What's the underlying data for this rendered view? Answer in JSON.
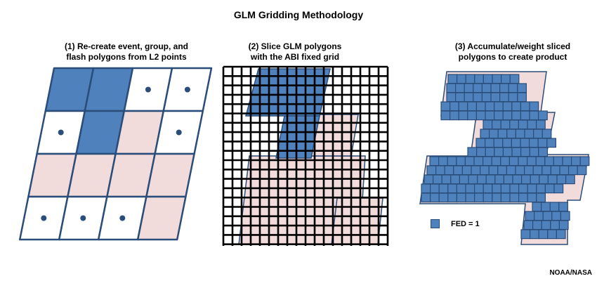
{
  "title": "GLM Gridding Methodology",
  "panels": [
    {
      "line1": "(1) Re-create event, group, and",
      "line2": "flash polygons from L2 points"
    },
    {
      "line1": "(2) Slice GLM polygons",
      "line2": "with the ABI fixed grid"
    },
    {
      "line1": "(3) Accumulate/weight sliced",
      "line2": "polygons to create product"
    }
  ],
  "legend": {
    "label": "FED = 1"
  },
  "credit": "NOAA/NASA",
  "colors": {
    "blue_fill": "#4f81bd",
    "blue_stroke": "#2a4d7a",
    "pink_fill": "#f2dcdb",
    "grid_line": "#000000",
    "dot": "#2a4d7a"
  },
  "grid": {
    "cells": [
      [
        "blue",
        "blue",
        "dot",
        "dot"
      ],
      [
        "dot",
        "blue",
        "pink",
        "dot"
      ],
      [
        "pink",
        "pink",
        "pink",
        "pink"
      ],
      [
        "dot",
        "dot",
        "dot",
        "pink"
      ]
    ]
  }
}
